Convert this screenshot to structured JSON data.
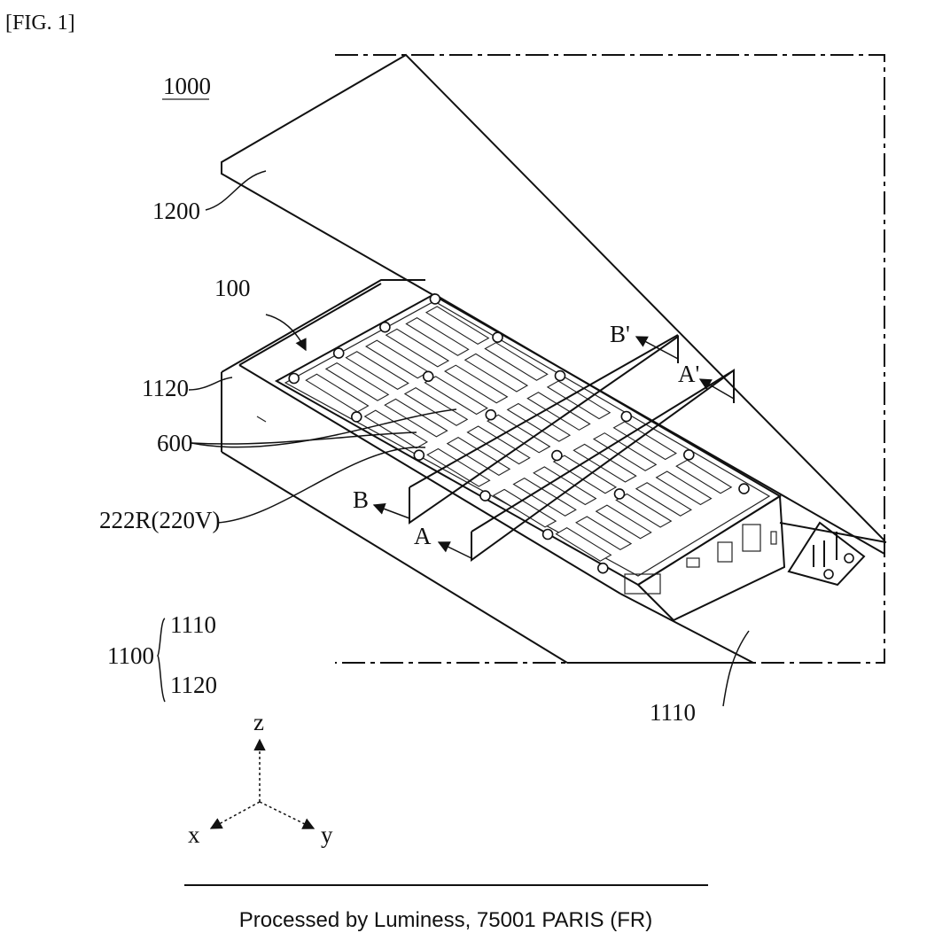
{
  "figure_label": "[FIG. 1]",
  "labels": {
    "assembly": "1000",
    "cover": "1200",
    "module": "100",
    "tray_side": "1120",
    "bolts": "600",
    "groove": "222R(220V)",
    "tray_group": "1100",
    "tray_group_part_a": "1110",
    "tray_group_part_b": "1120",
    "tray_bottom": "1110"
  },
  "section_marks": {
    "a": "A",
    "a_prime": "A'",
    "b": "B",
    "b_prime": "B'"
  },
  "axes": {
    "z": "z",
    "x": "x",
    "y": "y"
  },
  "footer": "Processed by Luminess, 75001 PARIS (FR)",
  "colors": {
    "line": "#111111",
    "background": "#ffffff"
  }
}
